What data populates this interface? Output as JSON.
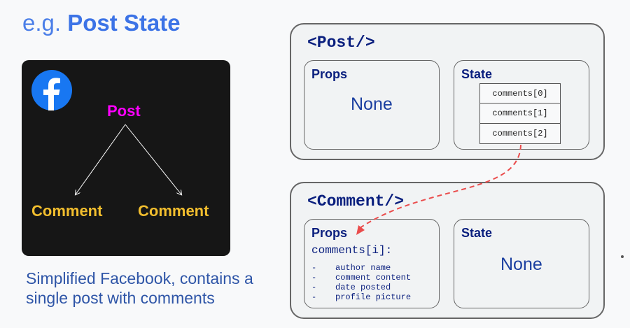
{
  "title": {
    "prefix": "e.g. ",
    "bold": "Post State"
  },
  "facebook_diagram": {
    "logo_icon": "facebook-logo-icon",
    "root": "Post",
    "children": [
      "Comment",
      "Comment"
    ]
  },
  "caption": "Simplified Facebook, contains a single post with comments",
  "post_component": {
    "title": "<Post/>",
    "props": {
      "label": "Props",
      "value": "None"
    },
    "state": {
      "label": "State",
      "items": [
        "comments[0]",
        "comments[1]",
        "comments[2]"
      ]
    }
  },
  "comment_component": {
    "title": "<Comment/>",
    "props": {
      "label": "Props",
      "field": "comments[i]:",
      "items": [
        "author name",
        "comment content",
        "date posted",
        "profile picture"
      ],
      "bullet": "-"
    },
    "state": {
      "label": "State",
      "value": "None"
    }
  },
  "colors": {
    "title_blue": "#3c73e6",
    "post_magenta": "#ff00ff",
    "comment_yellow": "#f2be2e",
    "component_navy": "#0a1f7e",
    "arrow_red": "#ea4c4c",
    "facebook_blue": "#1877f2"
  }
}
